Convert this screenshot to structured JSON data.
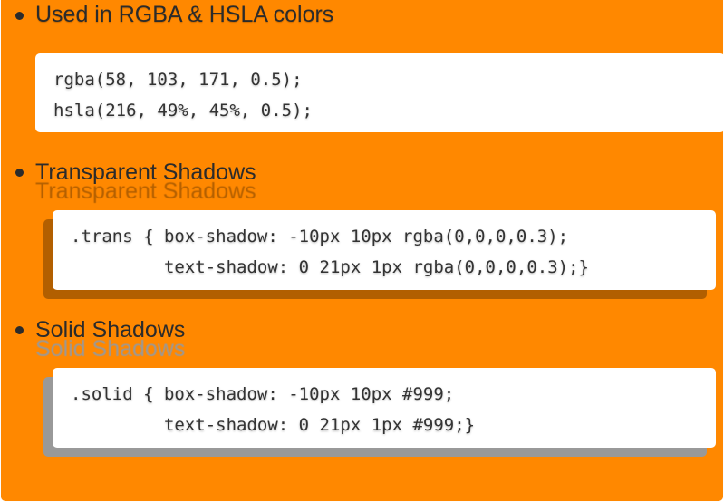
{
  "sections": [
    {
      "heading": "Used in RGBA & HSLA colors",
      "code_lines": [
        "rgba(58, 103, 171, 0.5);",
        "hsla(216, 49%, 45%, 0.5);"
      ]
    },
    {
      "heading": "Transparent Shadows",
      "code_lines": [
        ".trans { box-shadow: -10px 10px rgba(0,0,0,0.3);",
        "         text-shadow: 0 21px 1px rgba(0,0,0,0.3);}"
      ]
    },
    {
      "heading": "Solid Shadows",
      "code_lines": [
        ".solid { box-shadow: -10px 10px #999;",
        "         text-shadow: 0 21px 1px #999;}"
      ]
    }
  ],
  "colors": {
    "background": "#ff8800",
    "code_background": "#ffffff",
    "text": "#2b2b2b"
  }
}
